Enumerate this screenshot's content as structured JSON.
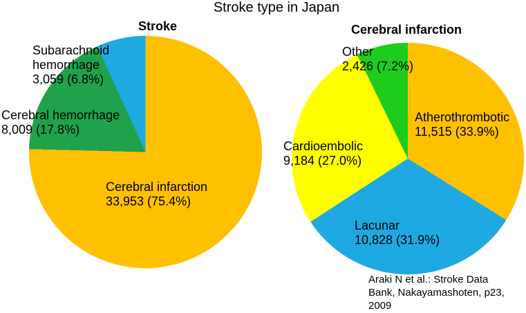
{
  "title": "Stroke type in Japan",
  "citation": "Araki N et al.: Stroke Data\nBank, Nakayamashoten, p23,\n2009",
  "colors": {
    "orange": "#FFC000",
    "green_dark": "#1FA24B",
    "blue": "#1EA9E2",
    "yellow": "#FFFF00",
    "green_bright": "#1DCC1D",
    "text": "#000000"
  },
  "chart_data": [
    {
      "type": "pie",
      "title": "Stroke",
      "start": "top",
      "direction": "clockwise",
      "slices": [
        {
          "label": "Cerebral infarction",
          "value": 33953,
          "pct": 75.4,
          "color": "#FFC000",
          "display": "Cerebral infarction\n33,953 (75.4%)"
        },
        {
          "label": "Cerebral hemorrhage",
          "value": 8009,
          "pct": 17.8,
          "color": "#1FA24B",
          "display": "Cerebral hemorrhage\n8,009 (17.8%)"
        },
        {
          "label": "Subarachnoid hemorrhage",
          "value": 3059,
          "pct": 6.8,
          "color": "#1EA9E2",
          "display": "Subarachnoid\nhemorrhage\n3,059 (6.8%)"
        }
      ]
    },
    {
      "type": "pie",
      "title": "Cerebral infarction",
      "start": "top",
      "direction": "clockwise",
      "slices": [
        {
          "label": "Atherothrombotic",
          "value": 11515,
          "pct": 33.9,
          "color": "#FFC000",
          "display": "Atherothrombotic\n11,515 (33.9%)"
        },
        {
          "label": "Lacunar",
          "value": 10828,
          "pct": 31.9,
          "color": "#1EA9E2",
          "display": "Lacunar\n10,828 (31.9%)"
        },
        {
          "label": "Cardioembolic",
          "value": 9184,
          "pct": 27.0,
          "color": "#FFFF00",
          "display": "Cardioembolic\n9,184 (27.0%)"
        },
        {
          "label": "Other",
          "value": 2426,
          "pct": 7.2,
          "color": "#1DCC1D",
          "display": "Other\n2,426 (7.2%)"
        }
      ]
    }
  ]
}
